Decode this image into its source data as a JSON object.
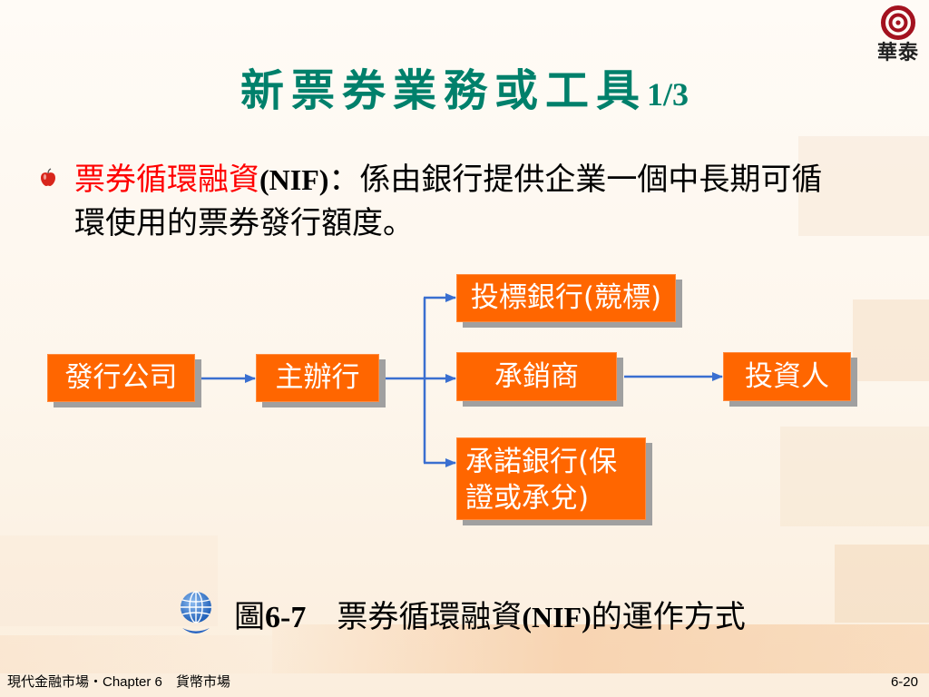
{
  "logo": {
    "icon": "target-circle-icon",
    "text": "華泰"
  },
  "title": {
    "text": "新票券業務或工具",
    "fraction": "1/3"
  },
  "bullet": {
    "icon": "apple-bullet-icon",
    "term": "票券循環融資",
    "abbr": "(NIF)",
    "line1": "：係由銀行提供企業一個中長期可循",
    "line2": "環使用的票券發行額度。"
  },
  "diagram": {
    "issuer": "發行公司",
    "arranger": "主辦行",
    "tender_bank": "投標銀行(競標)",
    "underwriter": "承銷商",
    "investor": "投資人",
    "commitment_bank": {
      "line1": "承諾銀行(保",
      "line2": "證或承兌)"
    }
  },
  "caption": {
    "icon": "globe-icon",
    "prefix": "圖",
    "number": "6-7",
    "term": "票券循環融資",
    "abbr": "(NIF)",
    "suffix": "的運作方式"
  },
  "footer": {
    "course": "現代金融市場‧Chapter 6　貨幣市場",
    "page": "6-20"
  },
  "colors": {
    "title": "#00806b",
    "term": "#ff0000",
    "box_fill": "#ff6600",
    "box_text": "#ffffff",
    "connector": "#3a6fd0",
    "logo": "#a3121f"
  }
}
